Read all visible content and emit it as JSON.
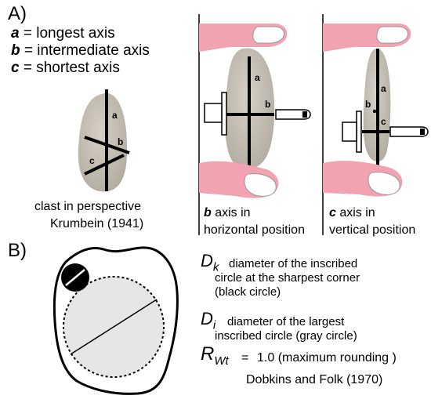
{
  "panel_a": {
    "label": "A)",
    "legend": [
      {
        "letter": "a",
        "text": " = longest axis"
      },
      {
        "letter": "b",
        "text": " = intermediate axis"
      },
      {
        "letter": "c",
        "text": " = shortest axis"
      }
    ],
    "perspective": {
      "caption_line1": "clast in perspective",
      "caption_line2": "Krumbein (1941)",
      "axis_a": "a",
      "axis_b": "b",
      "axis_c": "c"
    },
    "horizontal": {
      "caption_axis": "b",
      "caption_rest": " axis in",
      "caption_line2": "horizontal position",
      "axis_a": "a",
      "axis_b": "b"
    },
    "vertical": {
      "caption_axis": "c",
      "caption_rest": " axis in",
      "caption_line2": "vertical position",
      "axis_a": "a",
      "axis_b": "b",
      "axis_c": "c"
    }
  },
  "panel_b": {
    "label": "B)",
    "dk": {
      "symbol": "D",
      "subscript": "k",
      "line1": "diameter of the inscribed",
      "line2": "circle at the sharpest corner",
      "line3": "(black circle)"
    },
    "di": {
      "symbol": "D",
      "subscript": "i",
      "line1": "diameter of the largest",
      "line2": "inscribed circle (gray circle)"
    },
    "rwt": {
      "symbol": "R",
      "subscript": "Wt",
      "equals": "=",
      "value": "1.0 (maximum rounding )"
    },
    "reference": "Dobkins and Folk (1970)"
  },
  "colors": {
    "finger": "#f1a3b2",
    "nail": "#ffffff",
    "clast": "#c9c2b8",
    "gray_circle": "#e6e6e6"
  }
}
